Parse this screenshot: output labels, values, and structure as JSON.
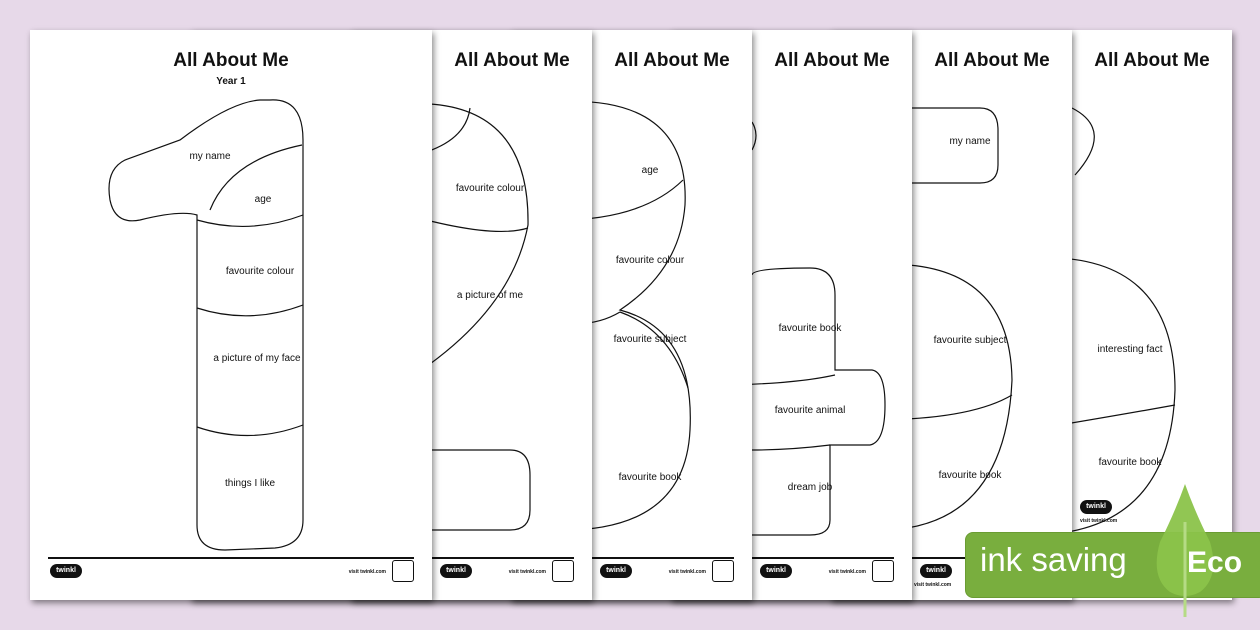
{
  "pages": [
    {
      "title": "All About Me",
      "subtitle": "Year 1",
      "labels": [
        "my name",
        "age",
        "favourite colour",
        "a picture of my face",
        "things I like"
      ]
    },
    {
      "title": "All About Me",
      "labels": [
        "favourite colour",
        "a picture of me"
      ]
    },
    {
      "title": "All About Me",
      "labels": [
        "age",
        "favourite colour",
        "favourite subject",
        "favourite book"
      ]
    },
    {
      "title": "All About Me",
      "labels": [
        "favourite book",
        "favourite animal",
        "dream job"
      ]
    },
    {
      "title": "All About Me",
      "labels": [
        "my name",
        "favourite subject",
        "favourite book"
      ]
    },
    {
      "title": "All About Me",
      "labels": [
        "interesting fact",
        "favourite book"
      ]
    }
  ],
  "footer": {
    "logo": "twinkl",
    "visit": "visit twinkl.com"
  },
  "badge": {
    "text": "ink saving",
    "eco": "Eco",
    "color": "#79ae3e",
    "leaf_color": "#8bc34a"
  },
  "background_color": "#e7d9e9"
}
